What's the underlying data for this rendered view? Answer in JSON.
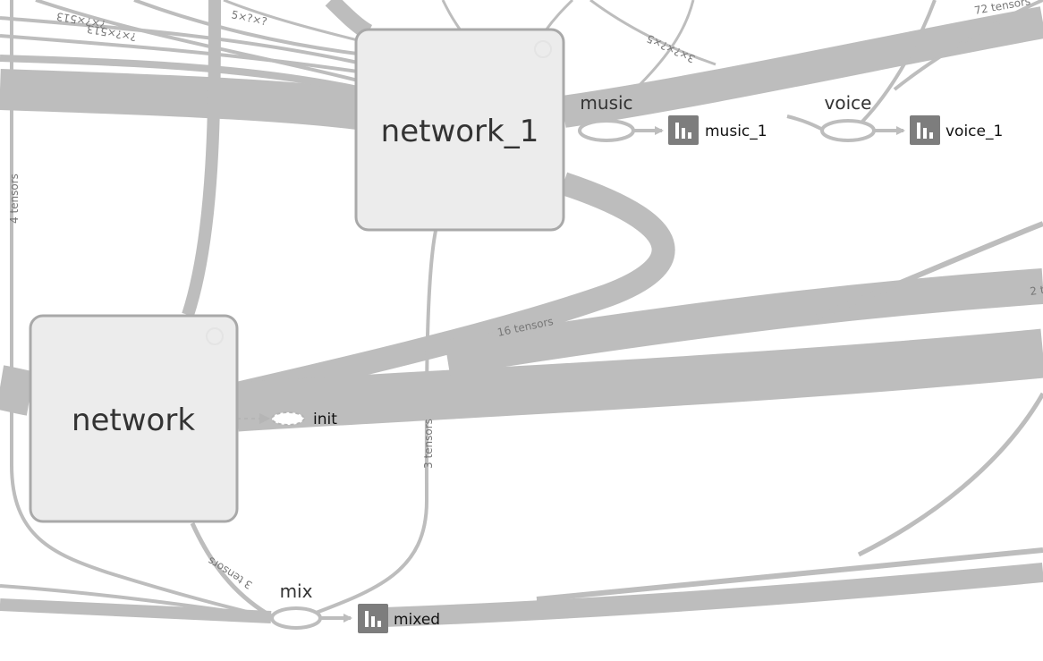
{
  "graph": {
    "nodes": {
      "network_1": {
        "label": "network_1"
      },
      "network": {
        "label": "network"
      },
      "music": {
        "label": "music"
      },
      "voice": {
        "label": "voice"
      },
      "mix": {
        "label": "mix"
      },
      "music_1": {
        "label": "music_1"
      },
      "voice_1": {
        "label": "voice_1"
      },
      "mixed": {
        "label": "mixed"
      },
      "init": {
        "label": "init"
      }
    },
    "edge_labels": {
      "top_left_a": "?×?×513",
      "top_left_b": "?×?×513",
      "top_mid_a": "5×?×?",
      "top_right_a": "3×?×?×5",
      "top_right_b": "72 tensors",
      "left_vertical": "4 tensors",
      "tensors_16": "16 tensors",
      "mid_vertical": "3 tensors",
      "network_to_mix": "3 tensors",
      "right_edge": "2 t"
    }
  }
}
